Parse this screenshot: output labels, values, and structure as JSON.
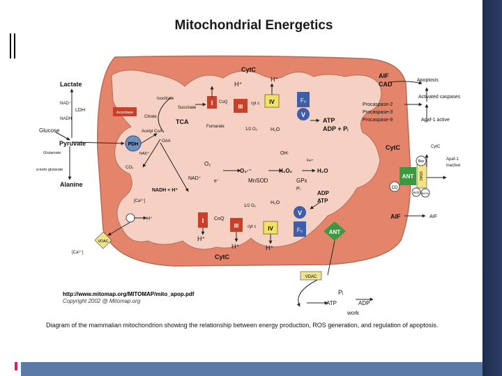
{
  "title": "Mitochondrial Energetics",
  "labels": {
    "lactate": "Lactate",
    "nad_plus": "NAD⁺",
    "ldh": "LDH",
    "nadh": "NADH",
    "glucose": "Glucose",
    "pyruvate": "Pyruvate",
    "glutamate": "Glutamate",
    "ketoglutarate": "α-keto glutarate",
    "alanine": "Alanine",
    "pdh": "PDH",
    "isocitrate": "Isocitrate",
    "succinate": "Succinate",
    "aconitase": "Aconitase",
    "citrate": "Citrate",
    "acetyl_coa": "Acetyl CoA",
    "tca": "TCA",
    "fumarate": "Fumarate",
    "oaa": "OAA",
    "nad_plus2": "NAD⁺",
    "co2": "CO₂",
    "nadh_h": "NADH + H⁺",
    "nad_plus3": "NAD⁺",
    "e_minus": "e⁻",
    "o2": "O₂",
    "o2_radical": "O₂·⁻",
    "h2o2": "H₂O₂",
    "h2o_ros": "H₂O",
    "oh": "OH·",
    "fe": "Fe²⁺",
    "mnsod": "MnSOD",
    "gpx": "GPx",
    "pi": "Pᵢ",
    "adp": "ADP",
    "atp": "ATP",
    "cytc_top": "CytC",
    "h_plus_top": "H⁺",
    "h_plus_top2": "H⁺",
    "cyt_c_small": "cyt c",
    "coq_top": "CoQ",
    "complex_I": "I",
    "complex_III": "III",
    "complex_IV": "IV",
    "f0": "F₀",
    "v": "V",
    "half_o2": "1/2 O₂",
    "h2o_top": "H₂O",
    "atp_top": "ATP",
    "adp_pi_top": "ADP + Pᵢ",
    "aif_cad": "AIF",
    "cad": "CAD",
    "apoptosis": "Apoptosis",
    "activated_caspases": "Activated caspases",
    "procaspase2": "Procaspase-2",
    "procaspase3": "Procaspase-3",
    "procaspase9": "Procaspase-9",
    "apaf1_active": "Apaf-1 active",
    "cytc_right": "CytC",
    "cytc_out": "CytC",
    "apaf1_inactive": "Apaf-1",
    "inactive": "inactive",
    "bax": "Bax",
    "ant_right": "ANT",
    "vdac_letters": "VDAC",
    "cd": "CD",
    "bcl2": "Bcl2",
    "bclxl": "BclXL",
    "aif_bottom": "AIF",
    "aif_out": "AIF",
    "ca_in": "[Ca²⁺]",
    "h_plus_in": "H⁺",
    "vdac_left": "VDAC",
    "ca_out": "[Ca²⁺]",
    "coq_bottom": "CoQ",
    "half_o2_b": "1/2 O₂",
    "cyt_c_b": "cyt c",
    "h2o_b": "H₂O",
    "complex_I_b": "I",
    "complex_III_b": "III",
    "complex_IV_b": "IV",
    "v_b": "V",
    "f0_b": "F₀",
    "ant_b": "ANT",
    "h_plus_b1": "H⁺",
    "h_plus_b2": "H⁺",
    "h_plus_b3": "H⁺",
    "cytc_bottom": "CytC",
    "vdac_bottom": "VDAC",
    "pi_out": "Pᵢ",
    "atp_out": "ATP",
    "adp_out": "ADP",
    "work": "work"
  },
  "colors": {
    "outer_membrane": "#e3846b",
    "matrix": "#f6d0c3",
    "complex_red": "#c9402a",
    "complex_yellow": "#f1e36a",
    "atp_synthase": "#3f5ea8",
    "ant_green": "#3b9a3f",
    "vdac_yellow": "#f1e38a",
    "pdh_blue": "#6d8fbd"
  },
  "footer": {
    "url": "http://www.mitomap.org/MITOMAP/mito_apop.pdf",
    "copyright": "Copyright 2002 @ Mitomap.org",
    "caption": "Diagram of the mammalian mitochondrion showing the relationship between energy production, ROS generation, and regulation of apoptosis."
  }
}
